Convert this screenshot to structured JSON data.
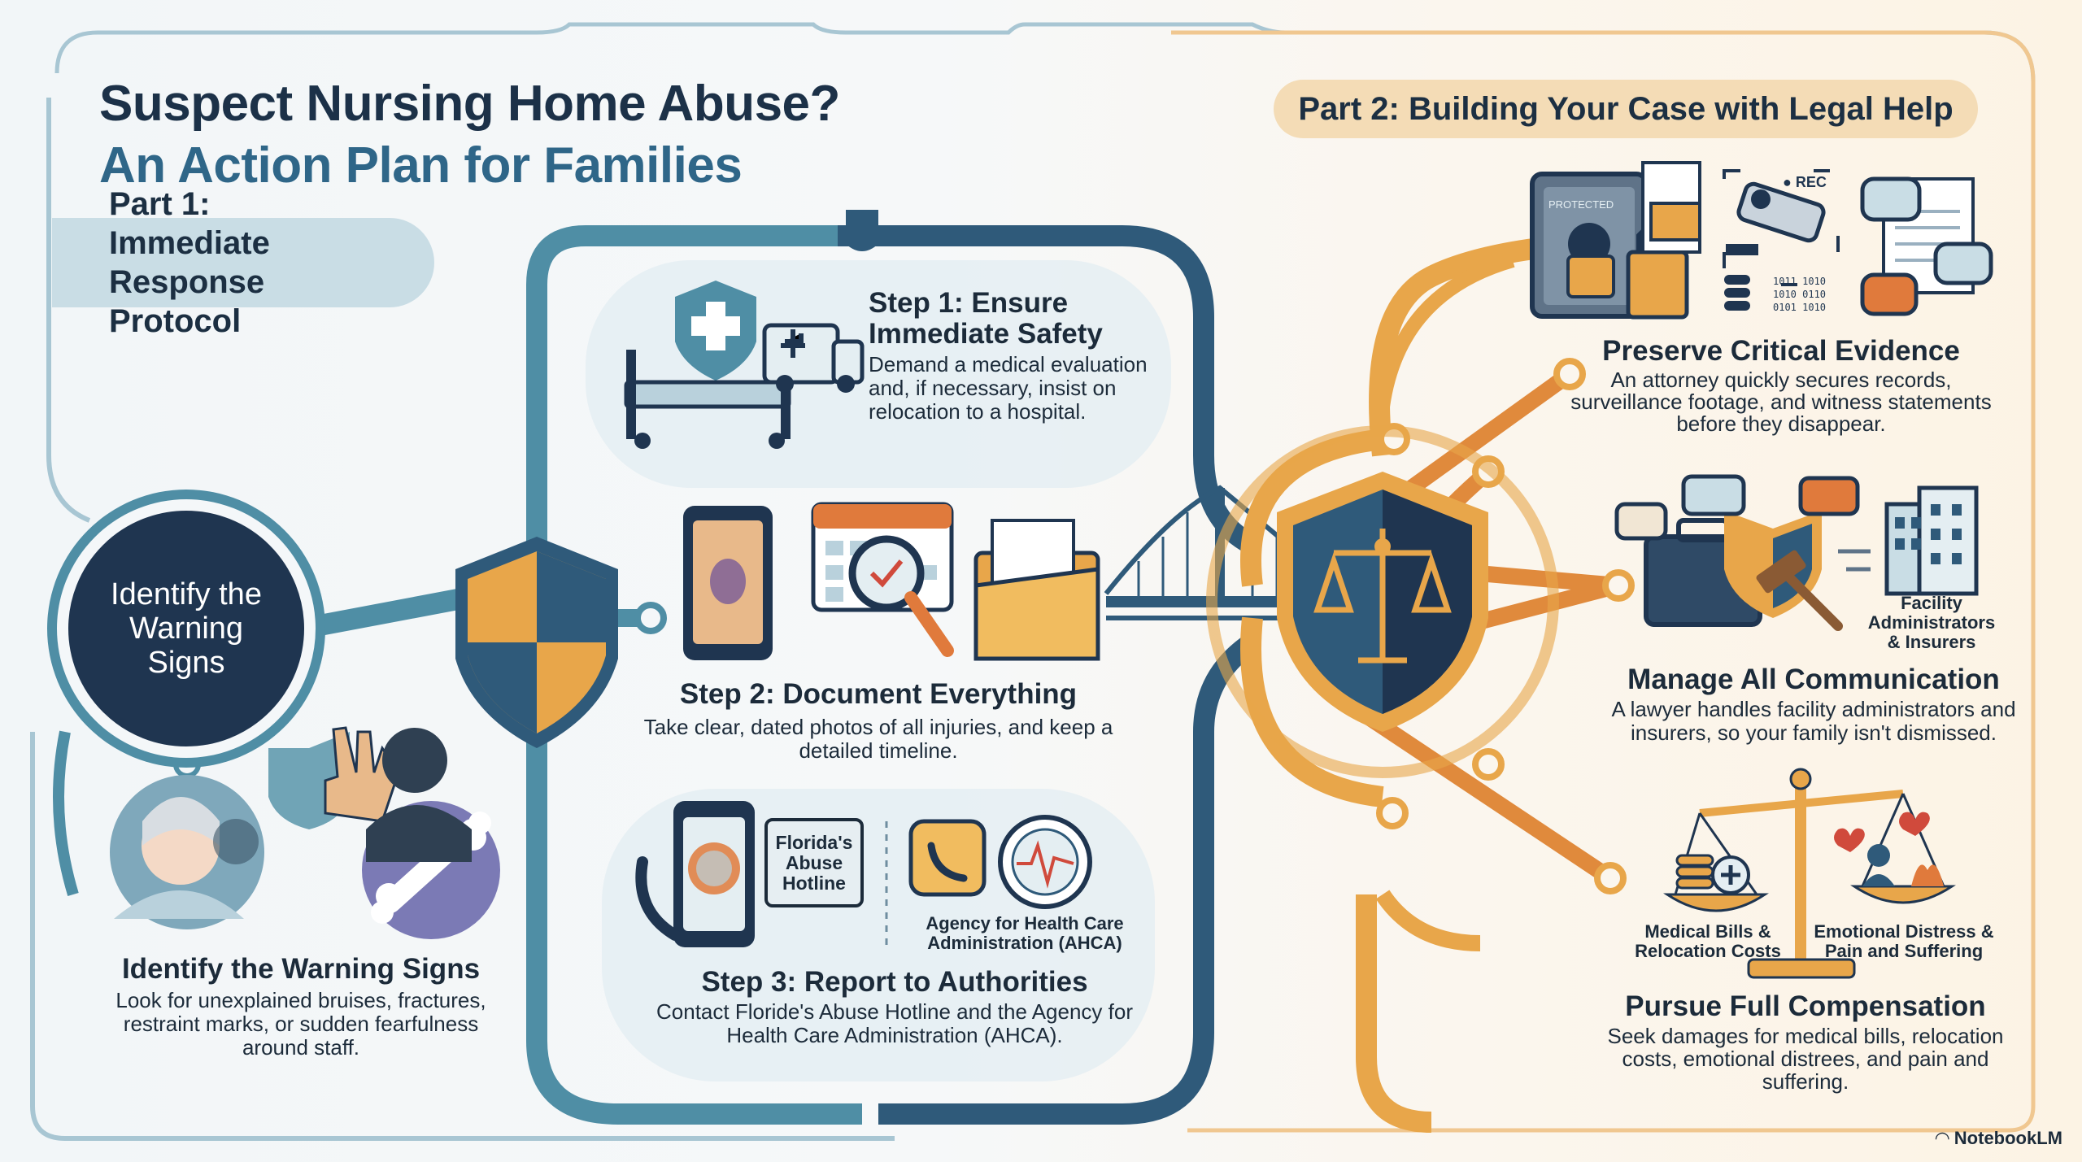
{
  "title": {
    "line1": "Suspect Nursing Home Abuse?",
    "line2": "An Action Plan for Families"
  },
  "part1": {
    "label": "Part 1: Immediate Response Protocol"
  },
  "part2": {
    "label": "Part 2: Building Your Case with Legal Help"
  },
  "hub": {
    "label": "Identify the Warning Signs"
  },
  "warning": {
    "heading": "Identify the Warning Signs",
    "body": "Look for unexplained bruises, fractures, restraint marks, or sudden fearfulness around staff."
  },
  "step1": {
    "heading": "Step 1: Ensure Immediate Safety",
    "body": "Demand a medical evaluation and, if necessary, insist on relocation to a hospital."
  },
  "step2": {
    "heading": "Step 2: Document Everything",
    "body": "Take clear, dated photos of all injuries, and keep a detailed timeline."
  },
  "step3": {
    "heading": "Step 3: Report to Authorities",
    "body": "Contact Floride's Abuse Hotline and the Agency for Health Care Administration (AHCA).",
    "hotline_label": "Florida's Abuse Hotline",
    "agency_label": "Agency for Health Care Administration (AHCA)"
  },
  "evidence": {
    "heading": "Preserve Critical Evidence",
    "body": "An attorney quickly secures records, surveillance footage, and witness statements before they disappear.",
    "rec_label": "● REC",
    "safe_label": "PROTECTED"
  },
  "communication": {
    "heading": "Manage All Communication",
    "body": "A lawyer handles facility administrators and insurers, so your family isn't dismissed.",
    "facility_label": "Facility Administrators & Insurers"
  },
  "compensation": {
    "heading": "Pursue Full Compensation",
    "body": "Seek damages for medical bills, relocation costs, emotional distrees, and pain and suffering.",
    "left_label": "Medical Bills & Relocation Costs",
    "right_label": "Emotional Distress & Pain and Suffering"
  },
  "footer": {
    "brand": "NotebookLM"
  },
  "colors": {
    "teal": "#4f8ea5",
    "navy": "#1f3550",
    "orange": "#e8a64a",
    "lightblue": "#c9dde5"
  }
}
